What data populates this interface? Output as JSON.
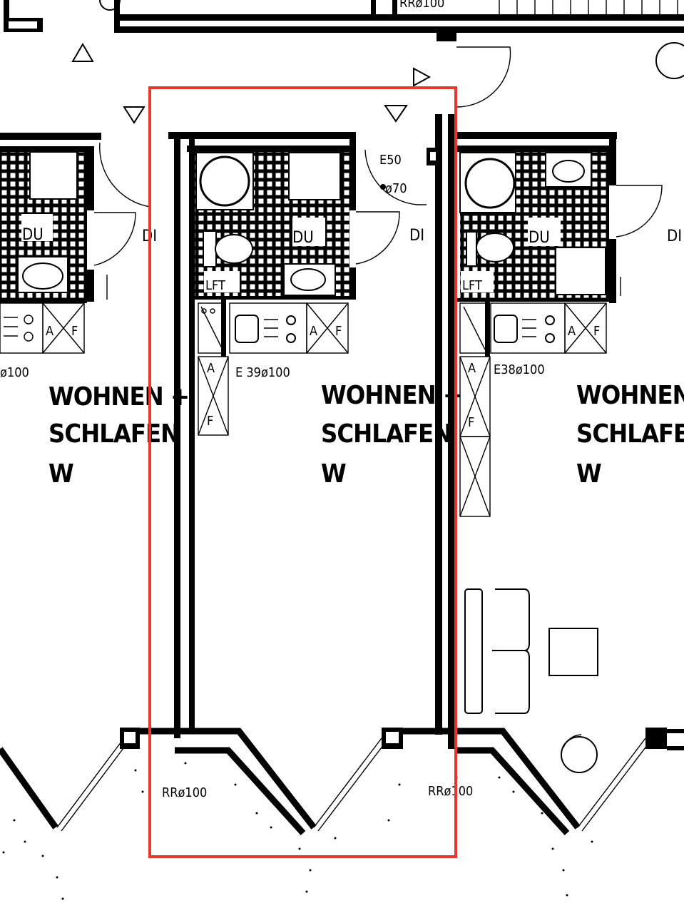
{
  "plan": {
    "units": [
      {
        "id": "left",
        "room_label_line1": "WOHNEN +",
        "room_label_line2": "SCHLAFEN",
        "room_label_line3": "W",
        "bath_label": "DU",
        "door_label": "DI",
        "duct_label": "ø100"
      },
      {
        "id": "middle",
        "highlighted": true,
        "room_label_line1": "WOHNEN +",
        "room_label_line2": "SCHLAFEN",
        "room_label_line3": "W",
        "bath_label": "DU",
        "toilet_vent_label": "LFT",
        "door_label": "DI",
        "vent_top_line1": "E50",
        "vent_top_line2": "ø70",
        "duct_label": "E 39ø100",
        "fridge_label_a": "A",
        "fridge_label_f": "F",
        "wardrobe_label_a": "A",
        "wardrobe_label_f": "F",
        "drain_left": "RRø100",
        "drain_right": "RRø100"
      },
      {
        "id": "right",
        "room_label_line1": "WOHNEN +",
        "room_label_line2": "SCHLAFEN",
        "room_label_line3": "W",
        "bath_label": "DU",
        "toilet_vent_label": "LFT",
        "door_label": "DI",
        "duct_label": "E38ø100",
        "fridge_label_a": "A",
        "fridge_label_f": "F",
        "wardrobe_label_a": "A",
        "wardrobe_label_f": "F"
      }
    ],
    "corridor_top_label": "RRø100",
    "highlight_color": "#e8372c"
  }
}
